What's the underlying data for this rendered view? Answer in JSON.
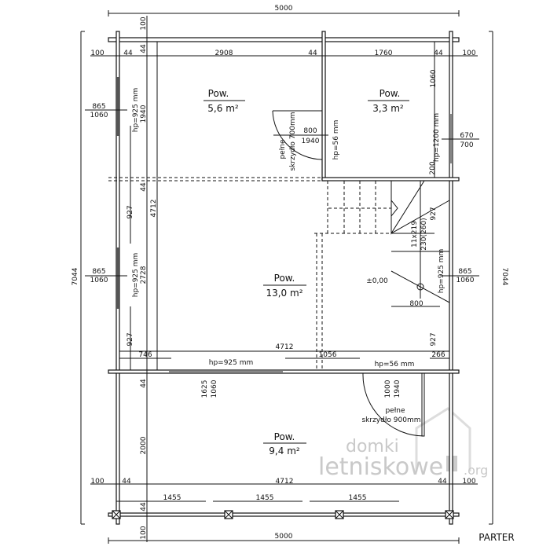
{
  "title": "PARTER",
  "watermark": {
    "line1": "domki",
    "line2": "letniskowe",
    "suffix": ".org"
  },
  "rooms": [
    {
      "label": "Pow.",
      "area": "5,6 m²"
    },
    {
      "label": "Pow.",
      "area": "3,3 m²"
    },
    {
      "label": "Pow.",
      "area": "13,0 m²"
    },
    {
      "label": "Pow.",
      "area": "9,4 m²"
    }
  ],
  "overall": {
    "width_top": "5000",
    "width_bottom": "5000",
    "depth_left": "7044",
    "depth_right": "7044"
  },
  "top_dims": [
    "100",
    "44",
    "2908",
    "44",
    "1760",
    "44",
    "100"
  ],
  "top_offset": "100",
  "top_wall": "44",
  "bottom_dims": [
    "100",
    "44",
    "4712",
    "44",
    "100"
  ],
  "bottom_spans": [
    "1455",
    "1455",
    "1455"
  ],
  "bottom_offsets": [
    "44",
    "100"
  ],
  "left": {
    "win1_w": "865",
    "win1_h": "1060",
    "win1_hp": "hp=925 mm",
    "win1_dim": "1940",
    "wall": "44",
    "inner": "4712",
    "seg_top": "927",
    "win2_w": "865",
    "win2_h": "1060",
    "win2_hp": "hp=925 mm",
    "win2_dim": "2728",
    "seg_bot": "927",
    "porch_wall": "44",
    "porch": "2000"
  },
  "inner_door": {
    "type1": "pełne",
    "type2": "skrzydło 700mm",
    "w": "800",
    "h": "1940",
    "hp": "hp=56 mm"
  },
  "right": {
    "win_dim": "1060",
    "win_hp": "hp=1200 mm",
    "win_w": "670",
    "win_h": "700",
    "gap": "200",
    "seg_top": "927",
    "seg_bot": "927",
    "win2_hp": "hp=925 mm",
    "win2_w": "865",
    "win2_h": "1060"
  },
  "stairs": {
    "steps": "11x219",
    "tread": "230(260)",
    "level": "±0,00",
    "width": "800"
  },
  "front": {
    "span": "4712",
    "left": "746",
    "mid": "1056",
    "right": "266",
    "win_hp": "hp=925 mm",
    "door_hp": "hp=56 mm",
    "win_w": "1625",
    "win_h": "1060",
    "door_w": "1000",
    "door_h": "1940",
    "door_type1": "pełne",
    "door_type2": "skrzydło 900mm"
  }
}
